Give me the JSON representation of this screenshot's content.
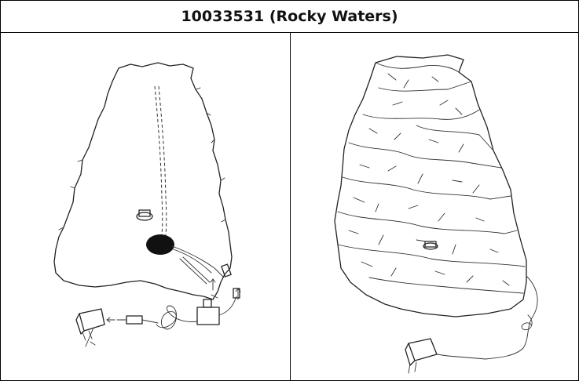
{
  "header": {
    "title": "10033531 (Rocky Waters)"
  },
  "panels": [
    {
      "name": "assembly-diagram",
      "description_icon": "fountain-outline-with-pump-icon"
    },
    {
      "name": "assembled-fountain",
      "description_icon": "rock-fountain-illustration-icon"
    }
  ]
}
